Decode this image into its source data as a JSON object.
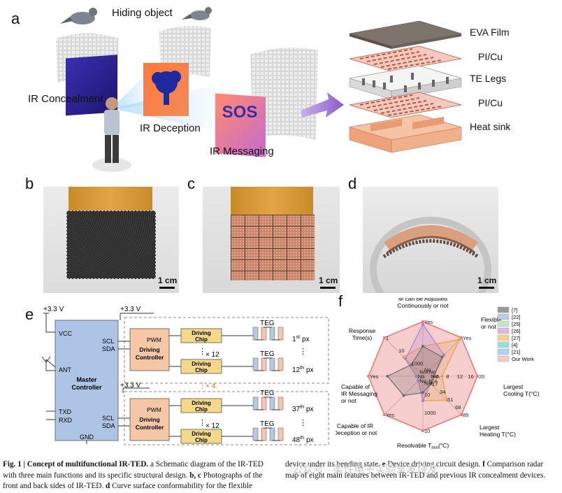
{
  "panels": {
    "a": "a",
    "b": "b",
    "c": "c",
    "d": "d",
    "e": "e",
    "f": "f"
  },
  "panel_a": {
    "hiding_object": "Hiding object",
    "ir_concealment": "IR Concealment",
    "ir_deception": "IR Deception",
    "ir_messaging": "IR Messaging",
    "sos": "SOS",
    "layers": [
      "EVA Film",
      "PI/Cu",
      "TE Legs",
      "PI/Cu",
      "Heat sink"
    ]
  },
  "scale": "1 cm",
  "panel_e": {
    "v33": "+3.3 V",
    "master": [
      "Master",
      "Controller"
    ],
    "pins_left": [
      "VCC",
      "ANT",
      "TXD",
      "RXD",
      "GND"
    ],
    "pins_right": [
      "SCL",
      "SDA",
      "SCL",
      "SDA"
    ],
    "pwm": "PWM",
    "driving_controller": [
      "Driving",
      "Controller"
    ],
    "driving_chip": [
      "Driving",
      "Chip"
    ],
    "teg": "TEG",
    "x12": "× 12",
    "x4": "× 4",
    "px_first": "1",
    "px_first_sup": "st",
    "px_12": "12",
    "px_12_sup": "th",
    "px_37": "37",
    "px_37_sup": "th",
    "px_48": "48",
    "px_48_sup": "th",
    "px": "px",
    "dots": "⋮"
  },
  "chart_data": {
    "type": "radar",
    "axes": [
      {
        "label": [
          "M can be Adjusted",
          "Continuously or not"
        ],
        "ticks": [
          "No",
          "Yes"
        ]
      },
      {
        "label": [
          "Flexible",
          "or not"
        ],
        "ticks": [
          "No",
          "Yes"
        ]
      },
      {
        "label": [
          "Largest",
          "Cooling T(°C)"
        ],
        "ticks": [
          "N/A",
          "4",
          "8",
          "12",
          "16",
          "20"
        ]
      },
      {
        "label": [
          "Largest",
          "Heating T(°C)"
        ],
        "ticks": [
          "N/A",
          "17",
          "34",
          "51",
          "68",
          "85"
        ]
      },
      {
        "label": [
          "Resolvable T",
          "min",
          "(°C)"
        ],
        "ticks": [
          "N/A",
          "10",
          "1000",
          "10"
        ]
      },
      {
        "label": [
          "Capable of IR",
          "Deception or not"
        ],
        "ticks": [
          "No",
          "Yes"
        ]
      },
      {
        "label": [
          "Capable of",
          "IR Messaging",
          "or not"
        ],
        "ticks": [
          "No",
          "Yes"
        ]
      },
      {
        "label": [
          "Response",
          "Time(s)"
        ],
        "ticks": [
          "N/A",
          "1000",
          "10",
          "1"
        ]
      }
    ],
    "legend": [
      {
        "name": "[7]",
        "color": "#9a9a9a"
      },
      {
        "name": "[22]",
        "color": "#b9cde6"
      },
      {
        "name": "[25]",
        "color": "#c7e3c4"
      },
      {
        "name": "[26]",
        "color": "#d7b9e4"
      },
      {
        "name": "[27]",
        "color": "#f0d38c"
      },
      {
        "name": "[4]",
        "color": "#9fded8"
      },
      {
        "name": "[21]",
        "color": "#a9d8ee"
      },
      {
        "name": "Our Work",
        "color": "#f6c9c9"
      }
    ],
    "series": [
      {
        "name": "Our Work",
        "values": [
          1,
          1,
          1,
          1,
          1,
          1,
          1,
          1
        ],
        "color": "#e57b7b"
      },
      {
        "name": "[27]",
        "values": [
          0.55,
          0.95,
          0.35,
          0.62,
          0.45,
          0.12,
          0.12,
          0.5
        ],
        "color": "#e3a148"
      },
      {
        "name": "[26]",
        "values": [
          0.95,
          0.55,
          0.2,
          0.2,
          0.45,
          0.12,
          0.12,
          0.45
        ],
        "color": "#b07fd0"
      },
      {
        "name": "[7]",
        "values": [
          0.55,
          0.5,
          0.2,
          0.2,
          0.3,
          0.5,
          0.65,
          0.3
        ],
        "color": "#6d6d6d"
      }
    ]
  },
  "caption": {
    "lead": "Fig. 1 | Concept of multifunctional IR-TED.",
    "l1": " a Schematic diagram of the IR-TED",
    "l2": "with three main functions and its specific structural design.",
    "l2b": " b, c",
    "l2c": " Photographs of the",
    "l3": "front and back sides of IR-TED.",
    "l3b": " d",
    "l3c": " Curve surface conformability for the flexible",
    "r1": "device under its bending state.",
    "r1b": " e",
    "r1c": " Device driving circuit design.",
    "r1d": " f",
    "r1e": " Comparison radar",
    "r2": "map of eight main features between IR-TED and previous IR concealment devices."
  },
  "watermark": "公众号 · 柔性电子实验室发烧友"
}
